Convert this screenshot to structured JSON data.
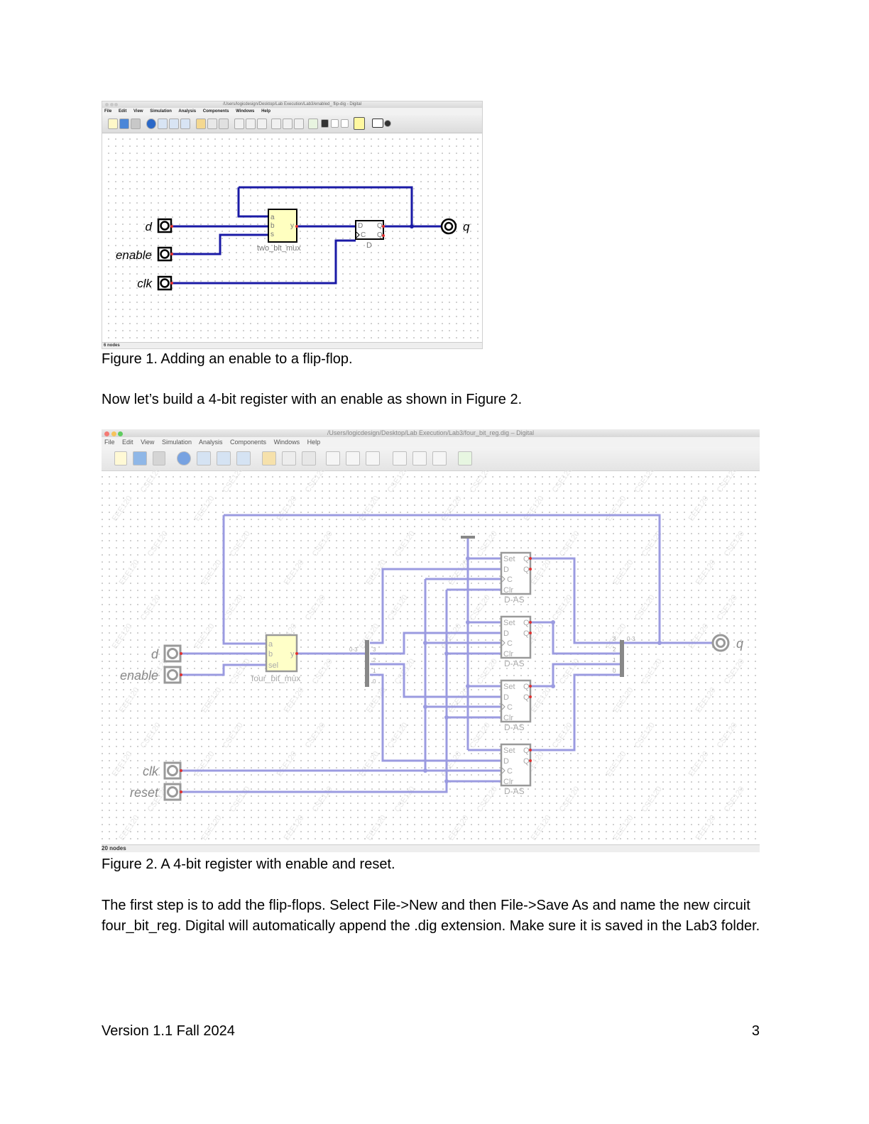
{
  "figure1": {
    "title_path": "/Users/logicdesign/Desktop/Lab Execution/Lab3/enabled_ flip-dig - Digital",
    "menu": [
      "File",
      "Edit",
      "View",
      "Simulation",
      "Analysis",
      "Components",
      "Windows",
      "Help"
    ],
    "inputs": [
      "d",
      "enable",
      "clk"
    ],
    "output": "q",
    "mux": {
      "pin_a": "a",
      "pin_b": "b",
      "pin_s": "s",
      "pin_y": "y",
      "name": "two_bit_mux"
    },
    "flipflop": {
      "pin_d": "D",
      "pin_c": "C",
      "pin_q": "Q",
      "pin_nq": "Q",
      "name": "D"
    },
    "status": "6 nodes",
    "caption": "Figure 1. Adding an enable to a flip-flop."
  },
  "intro_text": "Now let’s build a 4-bit register with an enable as shown in Figure 2.",
  "figure2": {
    "title_path": "/Users/logicdesign/Desktop/Lab Execution/Lab3/four_bit_reg.dig – Digital",
    "menu": [
      "File",
      "Edit",
      "View",
      "Simulation",
      "Analysis",
      "Components",
      "Windows",
      "Help"
    ],
    "inputs": [
      "d",
      "enable",
      "clk",
      "reset"
    ],
    "output": "q",
    "mux": {
      "pin_a": "a",
      "pin_b": "b",
      "pin_sel": "sel",
      "pin_y": "y",
      "name": "four_bit_mux"
    },
    "splitter_in": {
      "label": "0-3",
      "bits": [
        "3",
        "2",
        "1",
        "0"
      ]
    },
    "splitter_out": {
      "label": "0-3",
      "bits": [
        "3",
        "2",
        "1",
        "0"
      ]
    },
    "flipflop": {
      "pin_set": "Set",
      "pin_d": "D",
      "pin_c": "C",
      "pin_clr": "Clr",
      "pin_q": "Q",
      "pin_nq": "Q",
      "name": "D-AS"
    },
    "watermarks": [
      "EEE120",
      "CSE120"
    ],
    "status": "20 nodes",
    "caption": "Figure 2. A 4-bit register with enable and reset."
  },
  "body_text": "The first step is to add the flip-flops. Select File->New and then File->Save As and name the new circuit four_bit_reg. Digital will automatically append the .dig extension. Make sure it is saved in the Lab3 folder.",
  "footer": {
    "version": "Version 1.1 Fall 2024",
    "page": "3"
  },
  "colors": {
    "wire_fig1": "#1a1aa6",
    "wire_fig2": "#9b9be0",
    "mux_fill": "#ffffc0",
    "pin_red": "#e03030",
    "component_fig2": "#909090"
  }
}
